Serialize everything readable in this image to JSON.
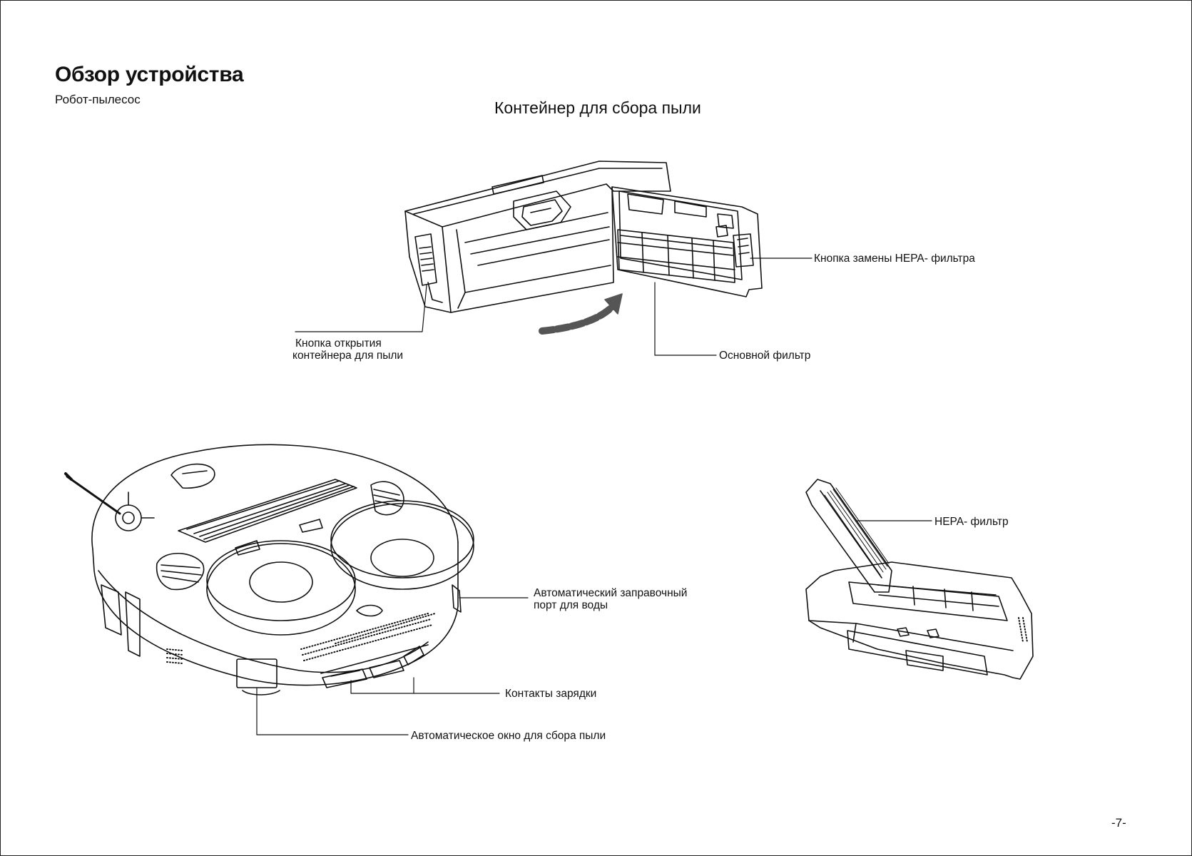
{
  "page": {
    "title": "Обзор устройства",
    "subtitle": "Робот-пылесос",
    "page_number": "-7-"
  },
  "dust_container": {
    "title": "Контейнер для сбора пыли",
    "labels": {
      "hepa_replace_button": "Кнопка замены HEPA- фильтра",
      "open_button_line1": "Кнопка открытия",
      "open_button_line2": "контейнера для пыли",
      "main_filter": "Основной фильтр"
    }
  },
  "robot": {
    "labels": {
      "water_port_line1": "Автоматический заправочный",
      "water_port_line2": "порт для воды",
      "charging_contacts": "Контакты зарядки",
      "dust_window": "Автоматическое окно для сбора пыли"
    }
  },
  "hepa_container": {
    "labels": {
      "hepa_filter": "HEPA- фильтр"
    }
  },
  "colors": {
    "ink": "#111111",
    "background": "#ffffff"
  }
}
